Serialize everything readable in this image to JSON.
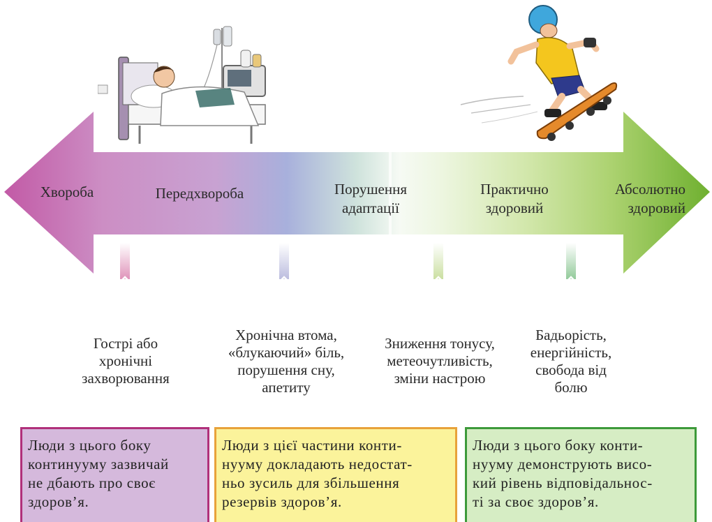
{
  "stages": [
    {
      "label": "Хвороба"
    },
    {
      "label": "Передхвороба"
    },
    {
      "label": "Порушення\nадаптації"
    },
    {
      "label": "Практично\nздоровий"
    },
    {
      "label": "Абсолютно\nздоровий"
    }
  ],
  "descriptions": [
    {
      "text": "Гострі або\nхронічні\nзахворювання",
      "color": "#c2307a"
    },
    {
      "text": "Хронічна втома,\n«блукаючий» біль,\nпорушення сну,\nапетиту",
      "color": "#7d7fc0"
    },
    {
      "text": "Зниження тонусу,\nметеочутливість,\nзміни настрою",
      "color": "#9ac24a"
    },
    {
      "text": "Бадьорість,\nенергійність,\nсвобода від\nболю",
      "color": "#2f9a3e"
    }
  ],
  "notes": [
    {
      "text": "Люди з цього боку\nконтинууму зазвичай\nне дбають про своє\nздоров’я.",
      "bg": "#d5b9dc",
      "border": "#b0307a"
    },
    {
      "text": "Люди з цієї частини конти-\nнууму докладають недостат-\nньо зусиль для збільшення\nрезервів здоров’я.",
      "bg": "#fbf39b",
      "border": "#e8a23a"
    },
    {
      "text": "Люди з цього боку конти-\nнууму демонструють висо-\nкий рівень відповідальнос-\nті за своє здоров’я.",
      "bg": "#d6edc4",
      "border": "#3d9a3a"
    }
  ],
  "colors": {
    "illness": "#c784bd",
    "pre_illness": "#9da8d6",
    "adaptation": "#f3f8ef",
    "healthy": "#cde3a3",
    "absolute": "#79b83a",
    "marker_dot": "#f5a623"
  },
  "illustrations": [
    "sick-child-in-hospital-bed",
    "boy-on-skateboard"
  ]
}
